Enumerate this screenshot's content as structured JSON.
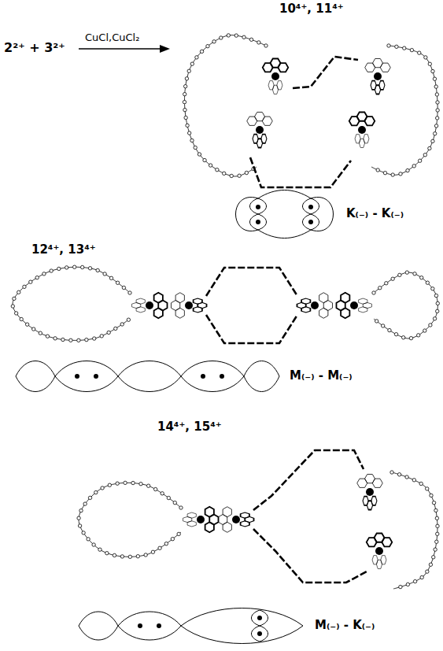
{
  "diagram": {
    "labels": [
      "10⁴⁺, 11⁴⁺",
      "2²⁺ + 3²⁺",
      "CuCl,CuCl₂",
      "K₍₋₎ - K₍₋₎",
      "12⁴⁺, 13⁴⁺",
      "M₍₋₎ - M₍₋₎",
      "14⁴⁺, 15⁴⁺",
      "M₍₋₎ - K₍₋₎"
    ]
  }
}
